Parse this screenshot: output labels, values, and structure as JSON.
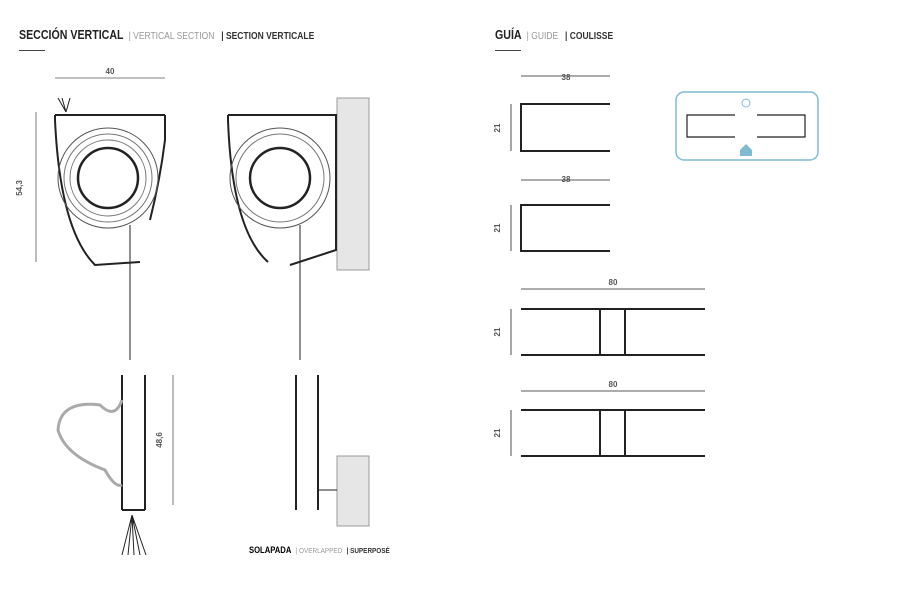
{
  "left_header": {
    "title": "SECCIÓN VERTICAL",
    "en": "| VERTICAL SECTION",
    "fr": "| SECTION VERTICALE"
  },
  "right_header": {
    "title": "GUÍA",
    "en": "| GUIDE",
    "fr": "| COULISSE"
  },
  "caption": {
    "es": "SOLAPADA",
    "en": "| OVERLAPPED",
    "fr": "| SUPERPOSÉ"
  },
  "dimensions": {
    "box_width": "40",
    "box_height": "54,3",
    "bar_height": "48,6",
    "guide1_width": "38",
    "guide1_height": "21",
    "guide2_width": "38",
    "guide2_height": "21",
    "guide3_width": "80",
    "guide3_height": "21",
    "guide4_width": "80",
    "guide4_height": "21"
  },
  "colors": {
    "accent": "#7fbcd2",
    "line": "#222222",
    "wall": "#e6e6e6"
  }
}
